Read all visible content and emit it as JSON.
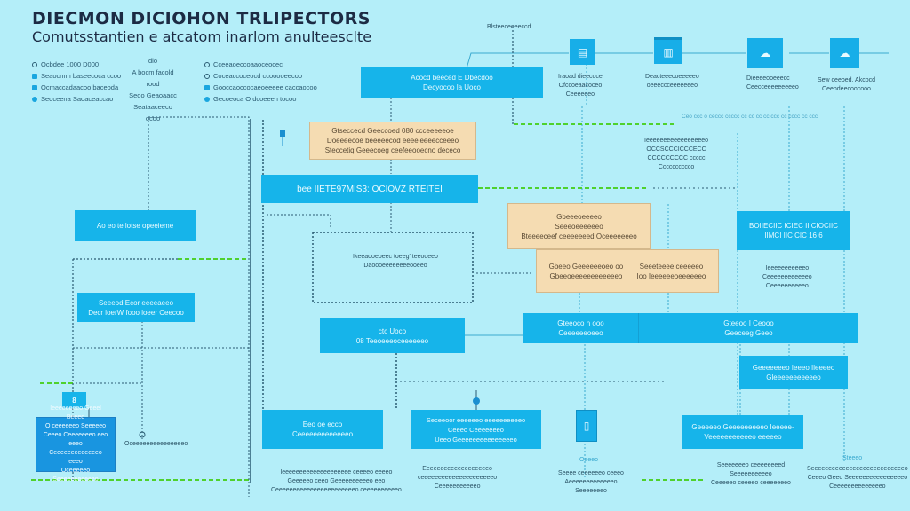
{
  "header": {
    "title": "DIECMON DICIOHON TRLIPECTORS",
    "subtitle": "Comutsstantien e atcatom inarlom anulteesclte"
  },
  "legend": {
    "col1": [
      "Ocbdee 1000 D000",
      "Seaocmm baseecoca ccoo",
      "Ocmaccadaacoo baceoda",
      "Seoceena Saoaceaccao"
    ],
    "col2_top": "dlo",
    "col2": [
      "A bocm facold rood",
      "Seoo Geaoaacc",
      "Seataaceeco"
    ],
    "col2_bottom": "ocoo",
    "col3": [
      "Cceeaoeccoaaoceocec",
      "Coceaccoceocd ccooooeecoo",
      "Gooccaoccocaeoeeeee caccaocoo",
      "Gecoeoca O dcoeeeh tocoo"
    ]
  },
  "pipeline": {
    "top_label": "Blsteeceeeeccd",
    "main_box": "Acocd beeced E Dbecdoo\nDecyocoo la Uoco",
    "stages": [
      {
        "icon": "document-icon",
        "label": "Iraoad dieecoce\nOfccoeaacoceo\nCeeeeeeo"
      },
      {
        "icon": "server-icon",
        "label": "Deacteeecoeeeeeo\noeeeccceeeeeeeo"
      },
      {
        "icon": "folder-cloud-icon",
        "label": "Dieeeeooeeecc\nCeecceeeeeeeeeo"
      },
      {
        "icon": "cloud-icon",
        "label": "Sew ceeoed. Akcocd\nCeepdeecoocooo"
      }
    ]
  },
  "boxes": {
    "note_tan_1": "Gtseccecd Geeccoed 080 ccceeeeeoe\nDoeeeecoe beeeeecod eeeeleeeecceeeo\nSteccetiq Geeecoeg ceefeeooecno dececo",
    "wide_blue": "bee IIETE97MIS3: OCIOVZ RTEITEI",
    "left_blue_1": "Ao eo te lotse opeeieme",
    "left_blue_2": "Seeeod Ecor eeeeaeeo\nDecr loerW fooo loeer Ceecoo",
    "dashed_group_text": "Ikeeaooeoeec toeeg' teeooeeo\nDaoooeeeeeeeeooeeo",
    "mid_blue": "ctc    Uoco\n08 Teeoeeeoceeeeeeo",
    "tan_2": "Gbeeeoeeeeo\nSeeeoeeeeeeo\nBteeeeceef ceeeeeeed Oceeeeeeeo",
    "tan_3a": "Gbeeo Geeeeeeoeo oo\nGbeeoeeeeeeeeeeeeo",
    "tan_3b": "Seeeteeee ceeeeeo\nIoo Ieeeeeeoeeeeeeo",
    "right_blue_1": "BOIIECIIC ICIEC II CIOCIIC\nIIMCI IIC CIC 16 6",
    "right_note_1": "Ieeeeeeeeeeeo\nCeeeeeeeeeeeeo\nCeeeeeeeeeeo",
    "right_top_note": "Ieeeeeeeeeeeeeeeeeo\nOCCSCCCICCCECC\nCCCCCCCCC ccccc\nCccccccccco",
    "dotted_right_label": "Ceo ccc o ceccc ccccc cc cc cc cc ccc cc cccc cc ccc",
    "long_blue_left": "Gteeoco n ooo\nCeeeeeeoeeo",
    "long_blue_right": "Gteeoo I Ceooo\nGeeceeg Geeo",
    "right_blue_2": "Geeeeeeeo Ieeeo Ileeeeo\nGleeeeeeeeeeeo",
    "bottom_blue_1": "Eeo oe ecco\nCeeeeeeeeeeeeeo",
    "bottom_blue_2": "Seceeoor eeeeeeo eeeeeeeeeeo\nCeeeo Ceeeeeeeo\nUeeo Geeeeeeeeeeeeeeeo",
    "bottom_blue_3": "Geeeeeo Geeeeeeeeeo Ieeeee-\nVeeeeeeeeeeeo  eeeeeo",
    "left_small": "8",
    "left_dark_box": "Ieeeeeeeeo Geeel Beeeo\nO ceeeeeeo Seeeeeo\nCeeeo Ceeeeeeeo eeo eeeo\nCeeeeeeeeeeeeeo eeeo\nOceeeeeo Seeeeeeeeeeeo",
    "left_small_note": "Oceeeeeeeeeeeeeeeo",
    "bottom_note_1": "Ieeeeeeeeeeeeeeeeeeee ceeeeo eeeeo\nGeeeeeo ceeo Geeeeeeeeeeo eeo\nCeeeeeeeeeeeeeeeeeeeeeeeo ceeeeeeeeeeo",
    "bottom_note_2": "Eeeeeeeeeeeeeeeeeeeo\nceeeeeeeeeeeeeeeeeeeeeo\nCeeeeeeeeeeeo",
    "bottom_note_3": "Seeee ceeeeeeo ceeeo\nAeeeeeeeeeeeeeo\nSeeeeeeeo",
    "bottom_note_3_label": "Oeeeo",
    "bottom_note_4": "Seeeeeeeo ceeeeeeeed\nSeeeeeeeeeeo\nCeeeeeo ceeeeo ceeeeeeeo",
    "bottom_note_5_label": "Steeeo",
    "bottom_note_5": "Seeeeeeeeeeeeeeeeeeeeeeeeeeeo\nCeeeo Geeo Seeeeeeeeeeeeeeeeo\nCeeeeeeeeeeeeeeo"
  },
  "colors": {
    "background": "#b4eef9",
    "node_blue": "#16b4ea",
    "node_dark_blue": "#1995e0",
    "node_tan": "#f5dcb2",
    "connector_green": "#4fd12e",
    "connector_dark": "#2a5b72"
  }
}
